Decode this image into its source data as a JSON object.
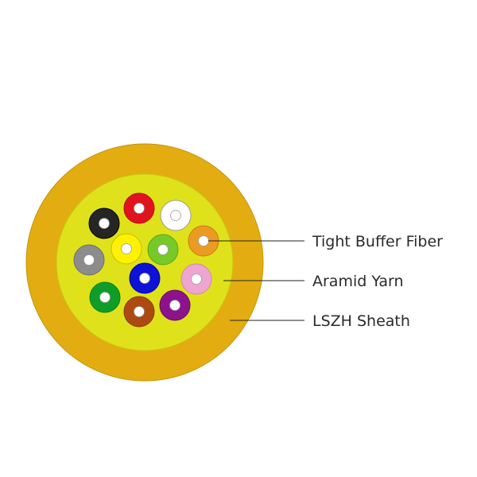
{
  "colors": {
    "sheath": "#e3ad12",
    "sheath_stroke": "#c4950c",
    "yarn": "#dfe21a",
    "yarn_stroke": "#c9c410",
    "core": "#ffffff",
    "leader": "#222222"
  },
  "fibers": [
    {
      "name": "black-fiber",
      "color": "#252525",
      "stroke": "#000000"
    },
    {
      "name": "red-fiber",
      "color": "#e0141e",
      "stroke": "#b70f17"
    },
    {
      "name": "white-fiber",
      "color": "#ffffff",
      "stroke": "#9a9a9a"
    },
    {
      "name": "yellow-fiber",
      "color": "#fff200",
      "stroke": "#c9bd00"
    },
    {
      "name": "lime-fiber",
      "color": "#76c928",
      "stroke": "#5aa619"
    },
    {
      "name": "orange-fiber",
      "color": "#ec9b22",
      "stroke": "#c77d10"
    },
    {
      "name": "gray-fiber",
      "color": "#8c8c8c",
      "stroke": "#6e6e6e"
    },
    {
      "name": "blue-fiber",
      "color": "#0c12d6",
      "stroke": "#0008a6"
    },
    {
      "name": "pink-fiber",
      "color": "#eea6d0",
      "stroke": "#d585b5"
    },
    {
      "name": "green-fiber",
      "color": "#0e9e27",
      "stroke": "#08801c"
    },
    {
      "name": "brown-fiber",
      "color": "#ad4a12",
      "stroke": "#8a3a0c"
    },
    {
      "name": "violet-fiber",
      "color": "#8d138c",
      "stroke": "#6c0b6b"
    }
  ],
  "labels": {
    "tight_buffer_fiber": "Tight Buffer Fiber",
    "aramid_yarn": "Aramid Yarn",
    "lszh_sheath": "LSZH Sheath"
  }
}
